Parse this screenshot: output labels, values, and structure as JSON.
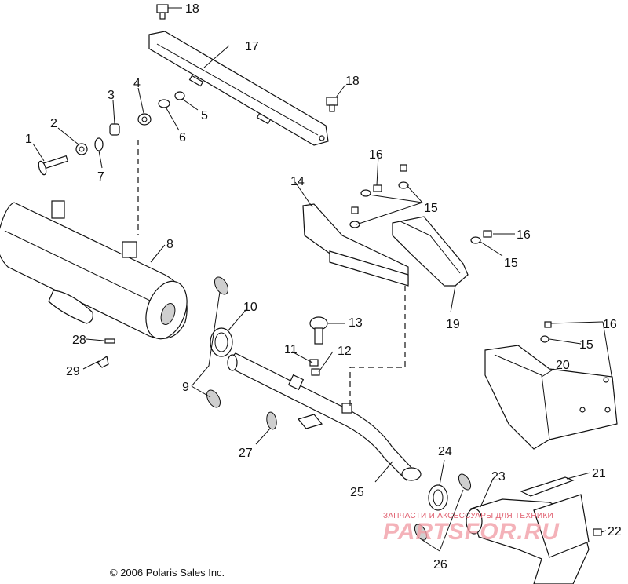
{
  "callouts": [
    "1",
    "2",
    "3",
    "4",
    "5",
    "6",
    "7",
    "8",
    "9",
    "10",
    "11",
    "12",
    "13",
    "14",
    "15",
    "15",
    "15",
    "16",
    "16",
    "16",
    "17",
    "18",
    "18",
    "19",
    "20",
    "21",
    "22",
    "23",
    "24",
    "25",
    "26",
    "27",
    "28",
    "29"
  ],
  "copyright": "© 2006 Polaris Sales Inc.",
  "watermark": {
    "text": "ЗАПЧАСТИ И АКСЕССУАРЫ ДЛЯ ТЕХНИКИ",
    "logo": "PARTSFOR.RU"
  }
}
